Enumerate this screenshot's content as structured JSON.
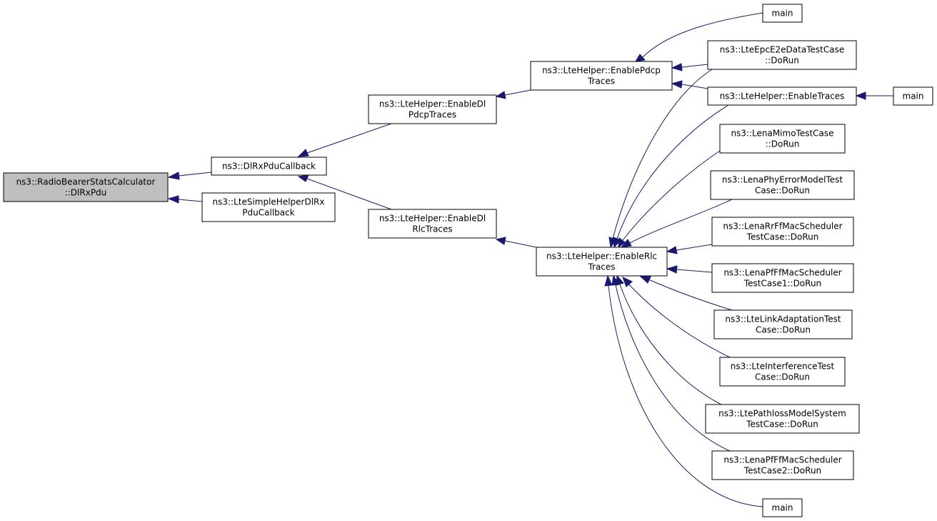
{
  "nodes": {
    "radio_bearer_dlrxpdu": [
      "ns3::RadioBearerStatsCalculator",
      "::DlRxPdu"
    ],
    "dlrxpducallback": [
      "ns3::DlRxPduCallback"
    ],
    "ltesimplehelper_dlrxpducallback": [
      "ns3::LteSimpleHelperDlRx",
      "PduCallback"
    ],
    "enable_dl_pdcp_traces": [
      "ns3::LteHelper::EnableDl",
      "PdcpTraces"
    ],
    "enable_dl_rlc_traces": [
      "ns3::LteHelper::EnableDl",
      "RlcTraces"
    ],
    "enable_pdcp_traces": [
      "ns3::LteHelper::EnablePdcp",
      "Traces"
    ],
    "enable_rlc_traces": [
      "ns3::LteHelper::EnableRlc",
      "Traces"
    ],
    "main_top": [
      "main"
    ],
    "lte_epc_e2e_data_testcase": [
      "ns3::LteEpcE2eDataTestCase",
      "::DoRun"
    ],
    "lte_helper_enable_traces": [
      "ns3::LteHelper::EnableTraces"
    ],
    "main_right": [
      "main"
    ],
    "lena_mimo_testcase": [
      "ns3::LenaMimoTestCase",
      "::DoRun"
    ],
    "lena_phy_error_model_test": [
      "ns3::LenaPhyErrorModelTest",
      "Case::DoRun"
    ],
    "lena_rr_ff_mac_scheduler": [
      "ns3::LenaRrFfMacScheduler",
      "TestCase::DoRun"
    ],
    "lena_pf_ff_mac_scheduler1": [
      "ns3::LenaPfFfMacScheduler",
      "TestCase1::DoRun"
    ],
    "lte_link_adaptation_test": [
      "ns3::LteLinkAdaptationTest",
      "Case::DoRun"
    ],
    "lte_interference_test": [
      "ns3::LteInterferenceTest",
      "Case::DoRun"
    ],
    "lte_pathloss_model_system": [
      "ns3::LtePathlossModelSystem",
      "TestCase::DoRun"
    ],
    "lena_pf_ff_mac_scheduler2": [
      "ns3::LenaPfFfMacScheduler",
      "TestCase2::DoRun"
    ],
    "main_bottom": [
      "main"
    ]
  },
  "colors": {
    "edge": "#191970",
    "root_fill": "#bfbfbf",
    "node_fill": "#ffffff",
    "node_border": "#000000"
  }
}
